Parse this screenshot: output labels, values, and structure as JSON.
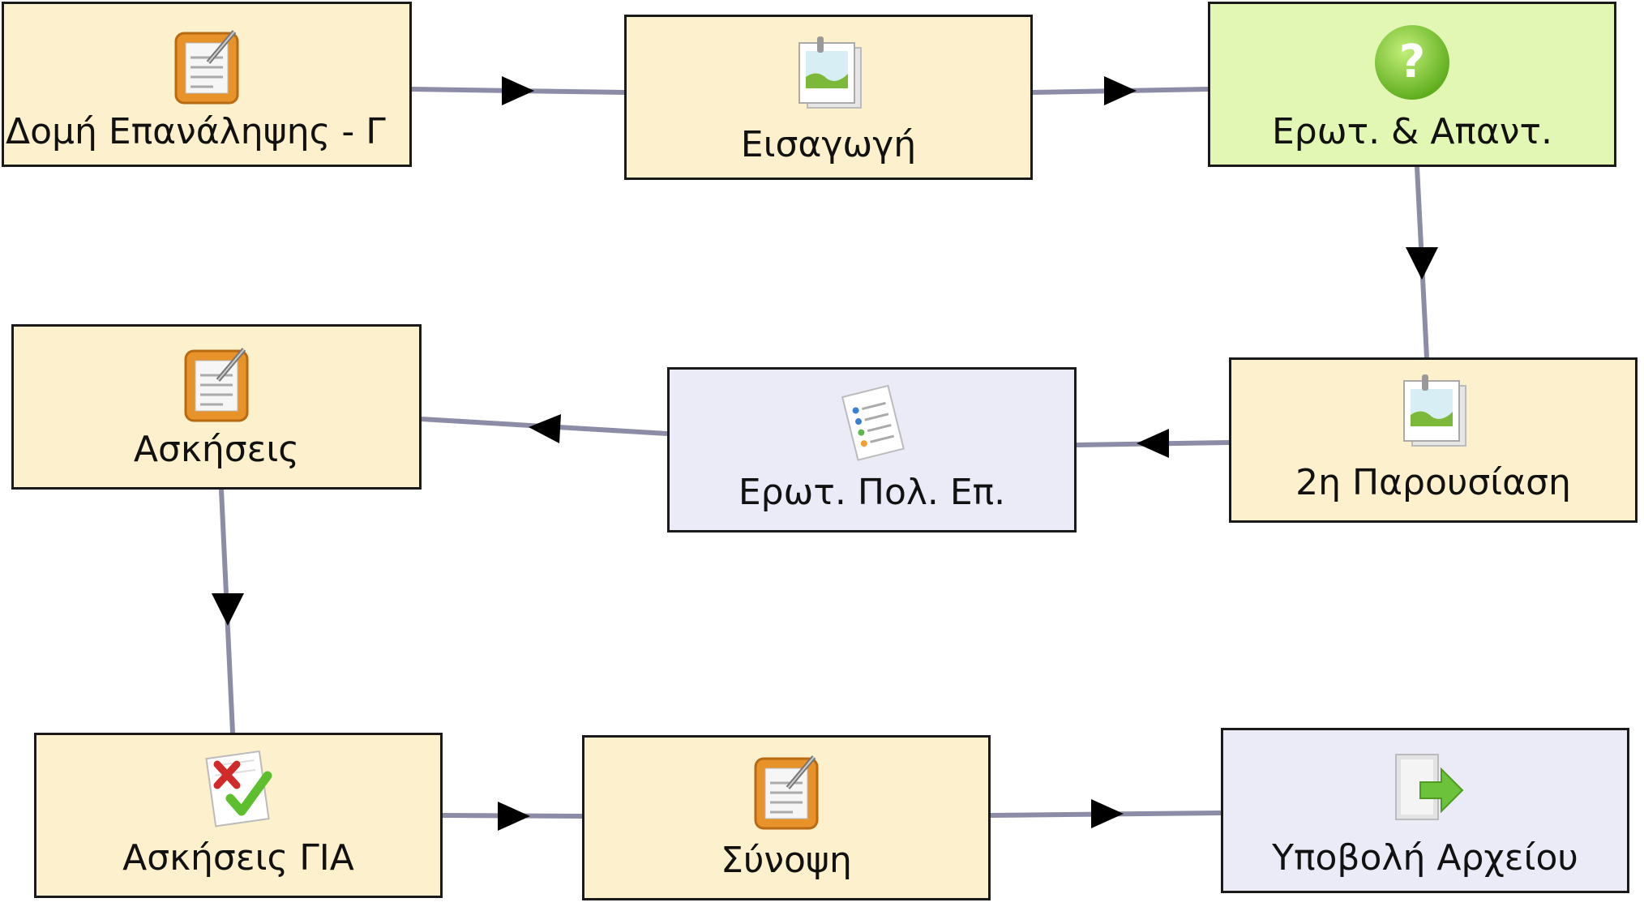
{
  "nodes": [
    {
      "id": "n1",
      "label": "Δομή Επανάληψης - Γ",
      "icon": "notepad-icon"
    },
    {
      "id": "n2",
      "label": "Εισαγωγή",
      "icon": "picture-icon"
    },
    {
      "id": "n3",
      "label": "Ερωτ. & Απαντ.",
      "icon": "question-icon"
    },
    {
      "id": "n4",
      "label": "2η Παρουσίαση",
      "icon": "picture-icon"
    },
    {
      "id": "n5",
      "label": "Ερωτ. Πολ. Επ.",
      "icon": "checklist-icon"
    },
    {
      "id": "n6",
      "label": "Ασκήσεις",
      "icon": "notepad-icon"
    },
    {
      "id": "n7",
      "label": "Ασκήσεις ΓΙΑ",
      "icon": "correct-wrong-icon"
    },
    {
      "id": "n8",
      "label": "Σύνοψη",
      "icon": "notepad-icon"
    },
    {
      "id": "n9",
      "label": "Υποβολή Αρχείου",
      "icon": "file-upload-icon"
    }
  ],
  "edges": [
    {
      "from": "n1",
      "to": "n2"
    },
    {
      "from": "n2",
      "to": "n3"
    },
    {
      "from": "n3",
      "to": "n4"
    },
    {
      "from": "n4",
      "to": "n5"
    },
    {
      "from": "n5",
      "to": "n6"
    },
    {
      "from": "n6",
      "to": "n7"
    },
    {
      "from": "n7",
      "to": "n8"
    },
    {
      "from": "n8",
      "to": "n9"
    }
  ],
  "colors": {
    "activity_fill": "#fcf0cd",
    "question_fill": "#e3f7b5",
    "lavender_fill": "#ebebf7",
    "border": "#1a1a1a",
    "connector": "#8c8ca6",
    "arrowhead": "#000000"
  }
}
